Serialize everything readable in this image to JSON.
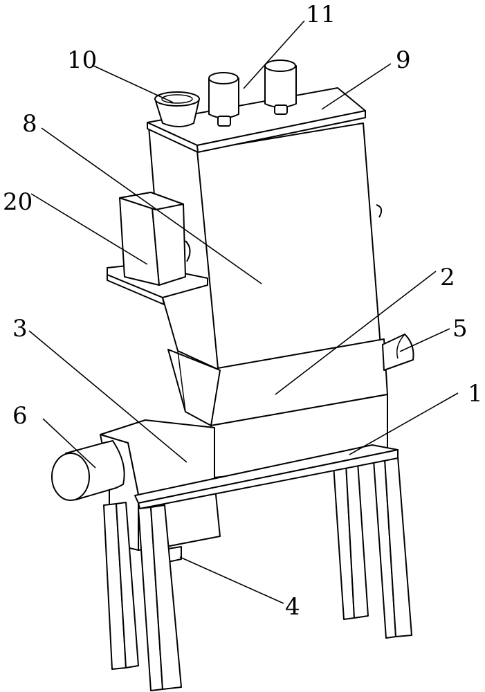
{
  "figure": {
    "callouts": {
      "c1": "1",
      "c2": "2",
      "c3": "3",
      "c4": "4",
      "c5": "5",
      "c6": "6",
      "c8": "8",
      "c9": "9",
      "c10": "10",
      "c11": "11",
      "c20": "20"
    }
  }
}
